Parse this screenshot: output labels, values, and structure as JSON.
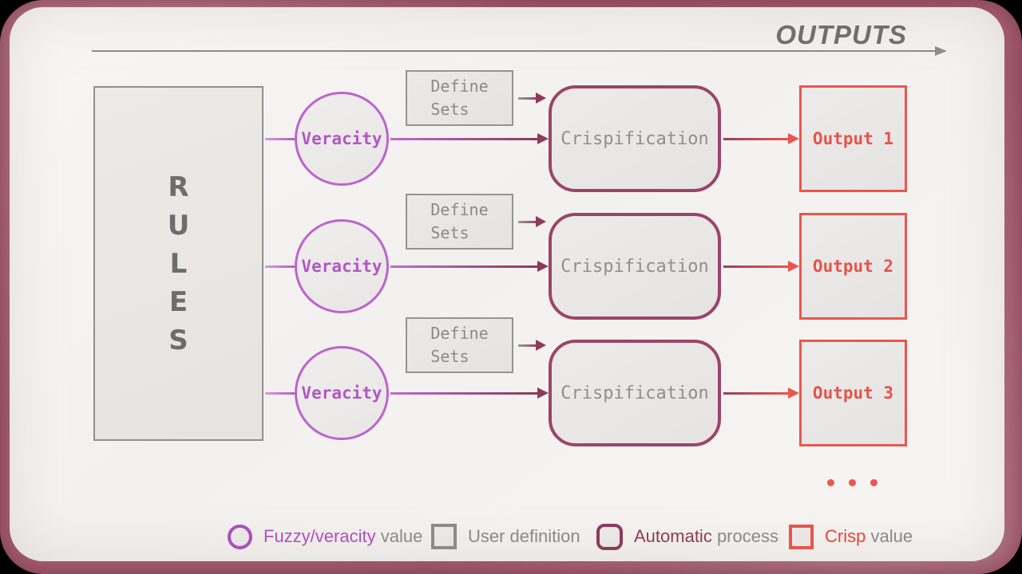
{
  "header": {
    "outputs_label": "OUTPUTS"
  },
  "rules": {
    "letters": [
      "R",
      "U",
      "L",
      "E",
      "S"
    ]
  },
  "rows": [
    {
      "veracity": "Veracity",
      "define_line1": "Define",
      "define_line2": "Sets",
      "process": "Crispification",
      "output": "Output 1"
    },
    {
      "veracity": "Veracity",
      "define_line1": "Define",
      "define_line2": "Sets",
      "process": "Crispification",
      "output": "Output 2"
    },
    {
      "veracity": "Veracity",
      "define_line1": "Define",
      "define_line2": "Sets",
      "process": "Crispification",
      "output": "Output 3"
    }
  ],
  "ellipsis": {
    "dot_count": 3
  },
  "legend": {
    "items": [
      {
        "icon": "circle-outline-icon",
        "highlight": "Fuzzy/veracity",
        "rest": " value",
        "color": "#b04fc0"
      },
      {
        "icon": "square-outline-icon",
        "highlight": "",
        "rest": "User definition",
        "color": "#8a8a8a"
      },
      {
        "icon": "rounded-square-outline-icon",
        "highlight": "Automatic",
        "rest": " process",
        "color": "#8e3a5c"
      },
      {
        "icon": "square-outline-icon",
        "highlight": "Crisp",
        "rest": " value",
        "color": "#e8453c"
      }
    ]
  },
  "colors": {
    "frame": "#a15b70",
    "paper": "#f6f4f2",
    "purple": "#b157c4",
    "maroon": "#8e3a5a",
    "red": "#e8554c",
    "gray": "#8a8a8a"
  }
}
